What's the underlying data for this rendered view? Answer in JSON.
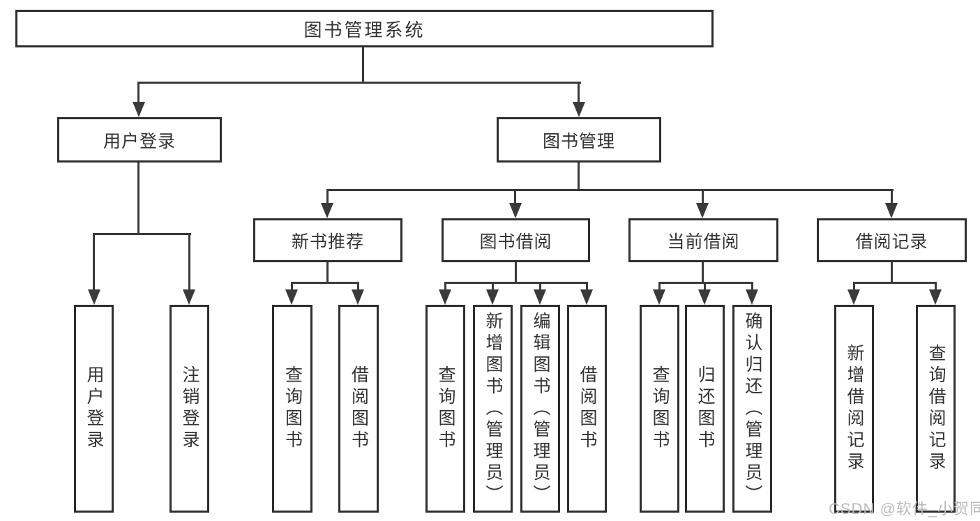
{
  "page": {
    "background_color": "#ffffff",
    "line_color": "#3a3a3a",
    "box_border_color": "#2e2e2e",
    "text_color": "#333333"
  },
  "tree": {
    "root": "图书管理系统",
    "branches": [
      {
        "label": "用户登录",
        "children": [
          "用户登录",
          "注销登录"
        ]
      },
      {
        "label": "图书管理",
        "groups": [
          {
            "label": "新书推荐",
            "children": [
              "查询图书",
              "借阅图书"
            ]
          },
          {
            "label": "图书借阅",
            "children": [
              "查询图书",
              "新增图书（管理员）",
              "编辑图书（管理员）",
              "借阅图书"
            ]
          },
          {
            "label": "当前借阅",
            "children": [
              "查询图书",
              "归还图书",
              "确认归还（管理员）"
            ]
          },
          {
            "label": "借阅记录",
            "children": [
              "新增借阅记录",
              "查询借阅记录"
            ]
          }
        ]
      }
    ]
  },
  "watermark": {
    "text": "CSDN @软件_小贺同学",
    "color": "#bcbcbc"
  }
}
